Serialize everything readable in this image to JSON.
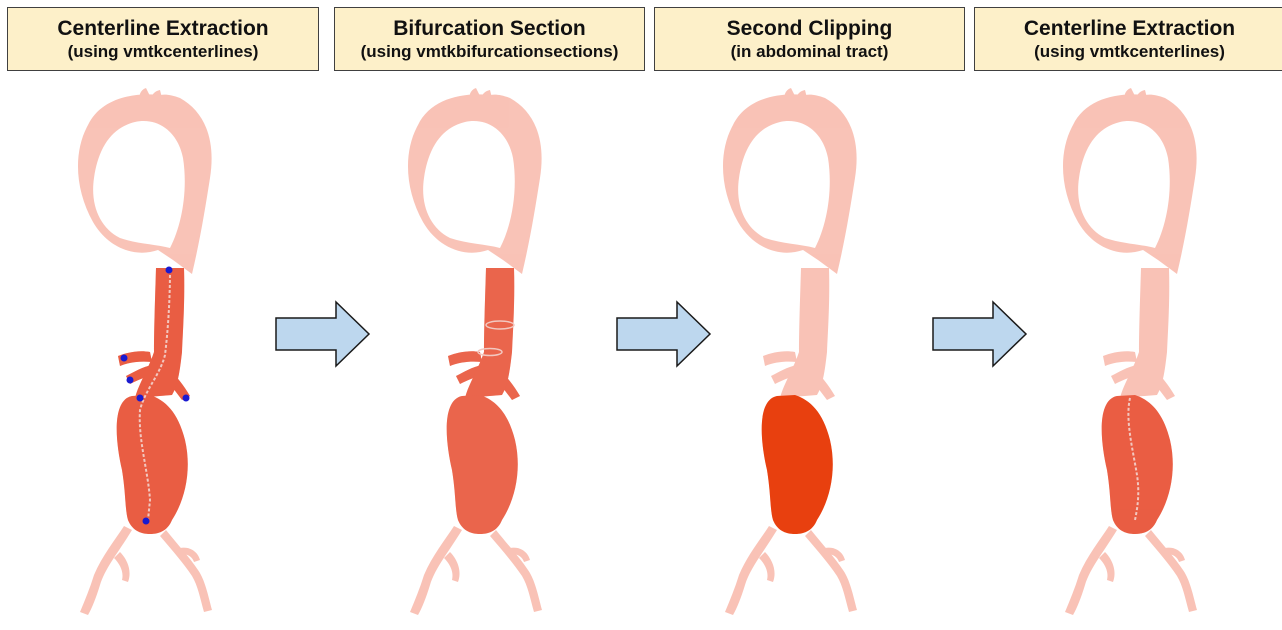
{
  "steps": [
    {
      "title": "Centerline Extraction",
      "subtitle": "(using vmtkcenterlines)",
      "view": "centerline-markers"
    },
    {
      "title": "Bifurcation Section",
      "subtitle": "(using vmtkbifurcationsections)",
      "view": "bifurcation-section"
    },
    {
      "title": "Second Clipping",
      "subtitle": "(in abdominal tract)",
      "view": "clipped-sac"
    },
    {
      "title": "Centerline Extraction",
      "subtitle": "(using vmtkcenterlines)",
      "view": "sac-centerline"
    }
  ],
  "colors": {
    "box_fill": "#fdf0c9",
    "box_border": "#404040",
    "arrow_fill": "#bdd7ee",
    "arrow_stroke": "#1a1a1a",
    "vessel_faded": "#f8b8aa",
    "vessel_highlight": "#e8553a",
    "vessel_solid": "#e8400f",
    "centerline": "#f2c8c0",
    "marker": "#1a1ad0"
  }
}
